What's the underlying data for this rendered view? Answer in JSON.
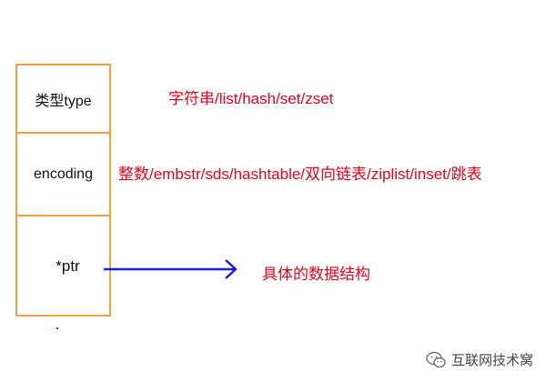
{
  "structure": {
    "fields": {
      "type": "类型type",
      "encoding": "encoding",
      "ptr": "*ptr"
    }
  },
  "notes": {
    "type": "字符串/list/hash/set/zset",
    "encoding": "整数/embstr/sds/hashtable/双向链表/ziplist/inset/跳表",
    "ptr": "具体的数据结构"
  },
  "watermark": {
    "text": "互联网技术窝",
    "icon": "wechat-icon"
  },
  "colors": {
    "box_border": "#f0a040",
    "note_text": "#e8001c",
    "arrow": "#1a1aff"
  }
}
